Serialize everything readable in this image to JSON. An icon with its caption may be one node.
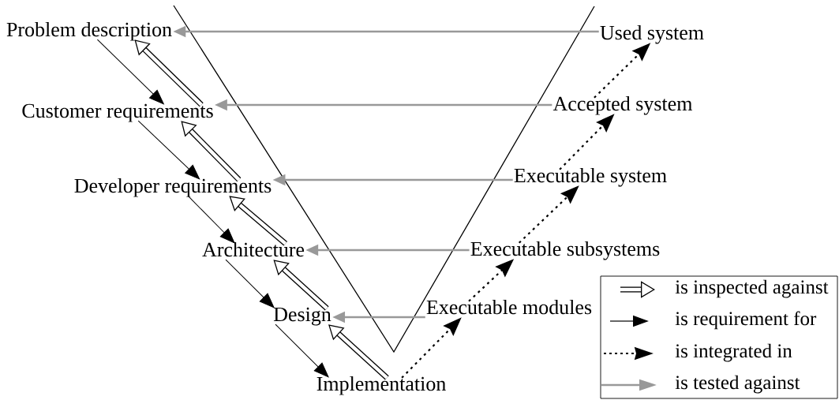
{
  "diagram": {
    "nodes": [
      {
        "text": [
          "Problem description"
        ]
      },
      {
        "text": [
          "Customer requirements"
        ]
      },
      {
        "text": [
          "Developer requirements"
        ]
      },
      {
        "text": [
          "Architecture"
        ]
      },
      {
        "text": [
          "Design"
        ]
      },
      {
        "text": [
          "Implementation"
        ]
      },
      {
        "text": [
          "Executable modules"
        ]
      },
      {
        "text": [
          "Executable subsystems"
        ]
      },
      {
        "text": [
          "Executable system"
        ]
      },
      {
        "text": [
          "Accepted system"
        ]
      },
      {
        "text": [
          "Used system"
        ]
      }
    ],
    "edges": [
      {
        "from": 0,
        "to": 1,
        "arrow": "to"
      },
      {
        "from": 1,
        "to": 2,
        "arrow": "to"
      },
      {
        "from": 2,
        "to": 3,
        "arrow": "to"
      },
      {
        "from": 3,
        "to": 4,
        "arrow": "to"
      },
      {
        "from": 4,
        "to": 5,
        "arrow": "to"
      },
      {
        "from": 1,
        "to": 0,
        "arrow": "to",
        "style": "thick"
      },
      {
        "from": 2,
        "to": 1,
        "arrow": "to",
        "style": "thick"
      },
      {
        "from": 3,
        "to": 2,
        "arrow": "to",
        "style": "thick"
      },
      {
        "from": 4,
        "to": 3,
        "arrow": "to",
        "style": "thick"
      },
      {
        "from": 5,
        "to": 4,
        "arrow": "to",
        "style": "thick"
      },
      {
        "from": 5,
        "to": 6,
        "arrow": "to",
        "style": "dashed"
      },
      {
        "from": 6,
        "to": 7,
        "arrow": "to",
        "style": "dashed"
      },
      {
        "from": 7,
        "to": 8,
        "arrow": "to",
        "style": "dashed"
      },
      {
        "from": 8,
        "to": 9,
        "arrow": "to",
        "style": "dashed"
      },
      {
        "from": 9,
        "to": 10,
        "arrow": "to",
        "style": "dashed"
      },
      {
        "from": 10,
        "to": 0,
        "arrow": "to",
        "color": "#999999"
      },
      {
        "from": 9,
        "to": 1,
        "arrow": "to",
        "color": "#999999"
      },
      {
        "from": 8,
        "to": 2,
        "arrow": "to",
        "color": "#999999"
      },
      {
        "from": 7,
        "to": 3,
        "arrow": "to",
        "color": "#999999"
      },
      {
        "from": 6,
        "to": 4,
        "arrow": "to",
        "color": "#999999"
      }
    ],
    "legend": [
      {
        "text": "is inspected against"
      },
      {
        "text": "is requirement for"
      },
      {
        "text": "is integrated in"
      },
      {
        "text": "is tested against"
      }
    ]
  }
}
